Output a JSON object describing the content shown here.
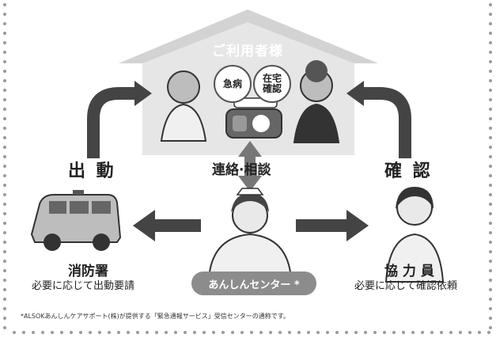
{
  "users": {
    "title": "ご利用者様",
    "badge_emergency": "急病",
    "badge_home_check": "在宅\n確認"
  },
  "center": {
    "label_contact": "連絡·相談",
    "name": "あんしんセンター *"
  },
  "left": {
    "label": "出 動",
    "org": "消防署",
    "desc": "必要に応じて出動要請"
  },
  "right": {
    "label": "確 認",
    "org": "協 力 員",
    "desc": "必要に応じて確認依頼"
  },
  "footnote": "*ALSOKあんしんケアサポート(株)が提供する「緊急通報サービス」受信センターの通称です。",
  "colors": {
    "house": "#e6e6e6",
    "arrow": "#444444",
    "pill": "#8c8c8c",
    "border_dots": "#9a9a9a"
  }
}
